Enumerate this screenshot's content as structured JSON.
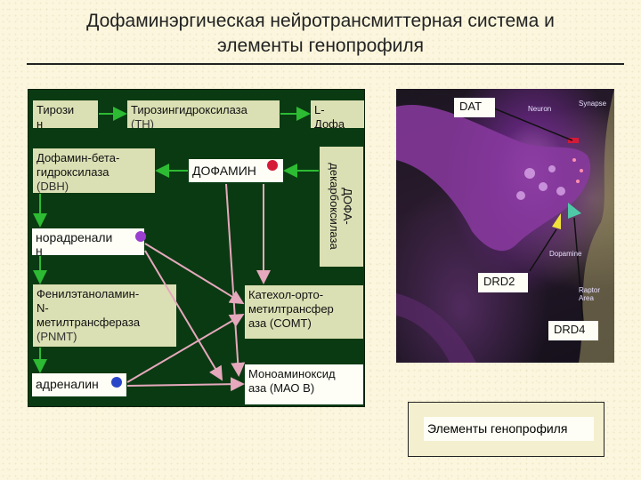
{
  "title": {
    "line1": "Дофаминэргическая нейротрансмиттерная система и",
    "line2": "элементы генопрофиля"
  },
  "pathway": {
    "tyrosine": [
      "Тирози",
      "н"
    ],
    "th": [
      "Тирозингидроксилаза",
      "(TH)"
    ],
    "ldopa": [
      "L-",
      "Дофа"
    ],
    "dbh": [
      "Дофамин-бета-",
      "гидроксилаза",
      "(DBH)"
    ],
    "dopamine": "ДОФАМИН",
    "ddc": "ДОФА-декарбоксилаза",
    "noradrenaline": [
      "норадренали",
      "н"
    ],
    "pnmt": [
      "Фенилэтаноламин-",
      "N-",
      "метилтрансфераза",
      "(PNMT)"
    ],
    "comt": [
      "Катехол-орто-",
      "метилтрансфер",
      "аза (COMT)"
    ],
    "adrenaline": "адреналин",
    "maob": [
      "Моноаминоксид",
      "аза (МАО В)"
    ]
  },
  "photo": {
    "labels": [
      "Neuron",
      "Synapse",
      "Dopamine",
      "Raptor Area"
    ]
  },
  "callouts": {
    "dat": "DAT",
    "drd2": "DRD2",
    "drd4": "DRD4"
  },
  "legend": "Элементы генопрофиля",
  "colors": {
    "panel": "#0a3a12",
    "box": "#dbe0b4",
    "arrow_green": "#2dbb33",
    "arrow_pink": "#e5a8bc",
    "marker_red": "#d51a38",
    "marker_purple": "#9b3fd1",
    "marker_blue": "#2946c8"
  }
}
